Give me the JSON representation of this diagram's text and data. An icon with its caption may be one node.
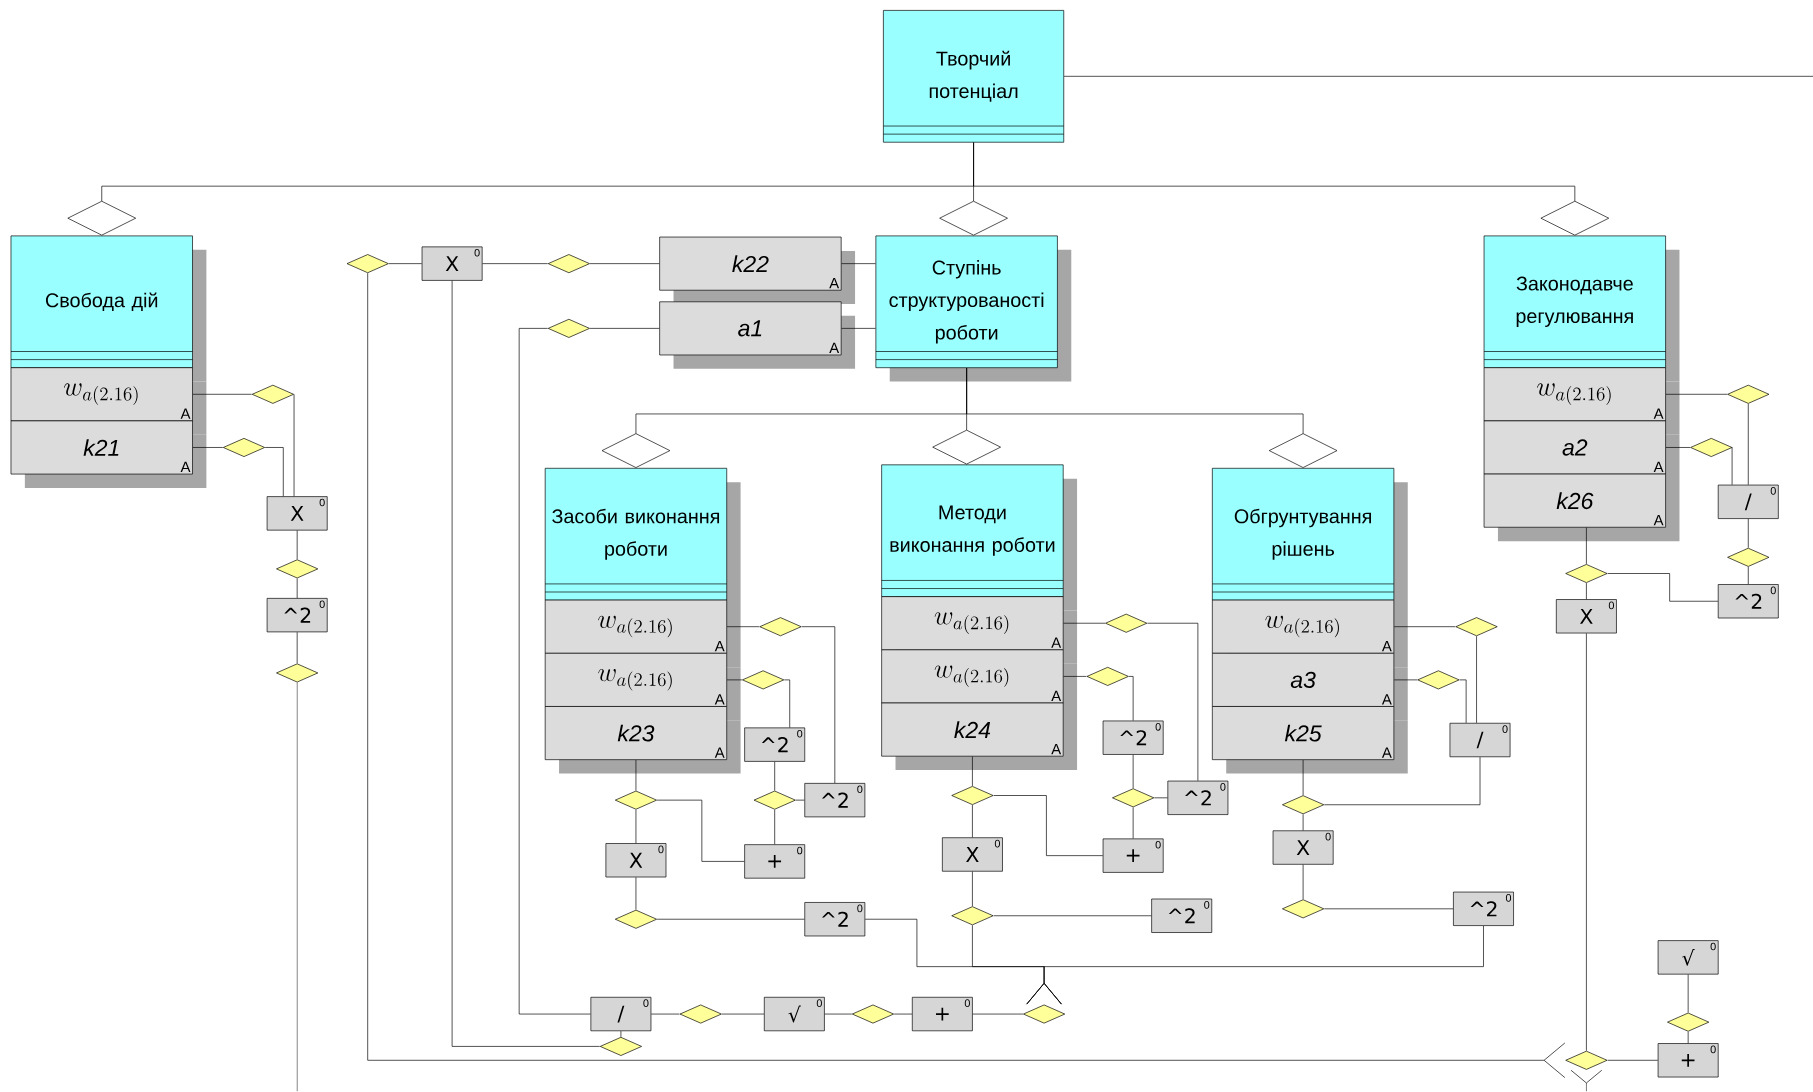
{
  "diagram": {
    "nodes": [
      {
        "text": [
          "Творчий потенціал"
        ]
      },
      {
        "text": [
          "Свобода дій"
        ]
      },
      {
        "text": [
          "w_{a(2.16)}",
          "A"
        ]
      },
      {
        "text": [
          "k21",
          "A"
        ]
      },
      {
        "text": [
          "Ступінь структурованості роботи"
        ]
      },
      {
        "text": [
          "k22",
          "A"
        ]
      },
      {
        "text": [
          "a1",
          "A"
        ]
      },
      {
        "text": [
          "Засоби виконання роботи"
        ]
      },
      {
        "text": [
          "w_{a(2.16)}",
          "A"
        ]
      },
      {
        "text": [
          "w_{a(2.16)}",
          "A"
        ]
      },
      {
        "text": [
          "k23",
          "A"
        ]
      },
      {
        "text": [
          "Методи виконання роботи"
        ]
      },
      {
        "text": [
          "w_{a(2.16)}",
          "A"
        ]
      },
      {
        "text": [
          "w_{a(2.16)}",
          "A"
        ]
      },
      {
        "text": [
          "k24",
          "A"
        ]
      },
      {
        "text": [
          "Обгрунтування рішень"
        ]
      },
      {
        "text": [
          "w_{a(2.16)}",
          "A"
        ]
      },
      {
        "text": [
          "a3",
          "A"
        ]
      },
      {
        "text": [
          "k25",
          "A"
        ]
      },
      {
        "text": [
          "Законодавче регулювання"
        ]
      },
      {
        "text": [
          "w_{a(2.16)}",
          "A"
        ]
      },
      {
        "text": [
          "a2",
          "A"
        ]
      },
      {
        "text": [
          "k26",
          "A"
        ]
      },
      {
        "text": [],
        "shape": "diamond"
      },
      {
        "text": [
          "X",
          "0"
        ]
      },
      {
        "text": [],
        "shape": "diamond"
      },
      {
        "text": [],
        "shape": "diamond"
      },
      {
        "text": [],
        "shape": "diamond"
      },
      {
        "text": [],
        "shape": "diamond"
      },
      {
        "text": [],
        "shape": "diamond"
      },
      {
        "text": [],
        "shape": "diamond"
      },
      {
        "text": [
          "X",
          "0"
        ]
      },
      {
        "text": [
          "/",
          "0"
        ]
      },
      {
        "text": [],
        "shape": "diamond"
      },
      {
        "text": [],
        "shape": "diamond"
      },
      {
        "text": [],
        "shape": "diamond"
      },
      {
        "text": [
          "^2",
          "0"
        ]
      },
      {
        "text": [
          "^2",
          "0"
        ]
      },
      {
        "text": [
          "X",
          "0"
        ]
      },
      {
        "text": [],
        "shape": "diamond"
      },
      {
        "text": [],
        "shape": "diamond"
      },
      {
        "text": [],
        "shape": "diamond"
      },
      {
        "text": [],
        "shape": "diamond"
      },
      {
        "text": [],
        "shape": "diamond"
      },
      {
        "text": [],
        "shape": "diamond"
      },
      {
        "text": [],
        "shape": "diamond"
      },
      {
        "text": [
          "^2",
          "0"
        ]
      },
      {
        "text": [
          "^2",
          "0"
        ]
      },
      {
        "text": [
          "/",
          "0"
        ]
      },
      {
        "text": [],
        "shape": "diamond"
      },
      {
        "text": [],
        "shape": "diamond"
      },
      {
        "text": [
          "^2",
          "0"
        ]
      },
      {
        "text": [],
        "shape": "diamond"
      },
      {
        "text": [],
        "shape": "diamond"
      },
      {
        "text": [
          "^2",
          "0"
        ]
      },
      {
        "text": [],
        "shape": "diamond"
      },
      {
        "text": [
          "X",
          "0"
        ]
      },
      {
        "text": [
          "+",
          "0"
        ]
      },
      {
        "text": [
          "X",
          "0"
        ]
      },
      {
        "text": [
          "+",
          "0"
        ]
      },
      {
        "text": [
          "X",
          "0"
        ]
      },
      {
        "text": [],
        "shape": "diamond"
      },
      {
        "text": [
          "^2",
          "0"
        ]
      },
      {
        "text": [],
        "shape": "diamond"
      },
      {
        "text": [
          "^2",
          "0"
        ]
      },
      {
        "text": [],
        "shape": "diamond"
      },
      {
        "text": [
          "^2",
          "0"
        ]
      },
      {
        "text": [
          "√",
          "0"
        ]
      },
      {
        "text": [
          "/",
          "0"
        ]
      },
      {
        "text": [],
        "shape": "diamond"
      },
      {
        "text": [
          "√",
          "0"
        ]
      },
      {
        "text": [],
        "shape": "diamond"
      },
      {
        "text": [
          "+",
          "0"
        ]
      },
      {
        "text": [],
        "shape": "diamond"
      },
      {
        "text": [],
        "shape": "diamond"
      },
      {
        "text": [],
        "shape": "diamond"
      },
      {
        "text": [
          "+",
          "0"
        ]
      },
      {
        "text": [],
        "shape": "diamond"
      }
    ],
    "edges": [
      {
        "from": 0,
        "to": 1,
        "arrow": "other"
      },
      {
        "from": 0,
        "to": 4,
        "arrow": "other"
      },
      {
        "from": 0,
        "to": 19,
        "arrow": "other"
      },
      {
        "from": 0,
        "to": null,
        "arrow": "none"
      },
      {
        "from": 4,
        "to": 7,
        "arrow": "other"
      },
      {
        "from": 4,
        "to": 11,
        "arrow": "other"
      },
      {
        "from": 4,
        "to": 15,
        "arrow": "other"
      },
      {
        "from": 5,
        "to": 4,
        "arrow": "none"
      },
      {
        "from": 6,
        "to": 4,
        "arrow": "none"
      },
      {
        "from": 2,
        "to": 27,
        "arrow": "none"
      },
      {
        "from": 3,
        "to": 28,
        "arrow": "none"
      },
      {
        "from": 27,
        "to": 31,
        "arrow": "none"
      },
      {
        "from": 28,
        "to": 31,
        "arrow": "none"
      },
      {
        "from": 31,
        "to": 34,
        "arrow": "none"
      },
      {
        "from": 34,
        "to": 37,
        "arrow": "none"
      },
      {
        "from": 37,
        "to": 42,
        "arrow": "none"
      },
      {
        "from": 42,
        "to": null,
        "arrow": "none"
      },
      {
        "from": 5,
        "to": 25,
        "arrow": "none"
      },
      {
        "from": 25,
        "to": 24,
        "arrow": "none"
      },
      {
        "from": 24,
        "to": 23,
        "arrow": "none"
      },
      {
        "from": 23,
        "to": 77,
        "arrow": "other"
      },
      {
        "from": 24,
        "to": 75,
        "arrow": "none"
      },
      {
        "from": 6,
        "to": 26,
        "arrow": "none"
      },
      {
        "from": 26,
        "to": 68,
        "arrow": "none"
      },
      {
        "from": 75,
        "to": 68,
        "arrow": "none"
      },
      {
        "from": 68,
        "to": 69,
        "arrow": "none"
      },
      {
        "from": 69,
        "to": 70,
        "arrow": "none"
      },
      {
        "from": 70,
        "to": 71,
        "arrow": "none"
      },
      {
        "from": 71,
        "to": 72,
        "arrow": "none"
      },
      {
        "from": 72,
        "to": 73,
        "arrow": "none"
      },
      {
        "from": 8,
        "to": 39,
        "arrow": "none"
      },
      {
        "from": 39,
        "to": 51,
        "arrow": "none"
      },
      {
        "from": 9,
        "to": 43,
        "arrow": "none"
      },
      {
        "from": 43,
        "to": 46,
        "arrow": "none"
      },
      {
        "from": 46,
        "to": 50,
        "arrow": "none"
      },
      {
        "from": 50,
        "to": 51,
        "arrow": "none"
      },
      {
        "from": 50,
        "to": 57,
        "arrow": "none"
      },
      {
        "from": 10,
        "to": 49,
        "arrow": "none"
      },
      {
        "from": 49,
        "to": 56,
        "arrow": "none"
      },
      {
        "from": 49,
        "to": 57,
        "arrow": "none"
      },
      {
        "from": 56,
        "to": 61,
        "arrow": "none"
      },
      {
        "from": 61,
        "to": 62,
        "arrow": "none"
      },
      {
        "from": 62,
        "to": 73,
        "arrow": "other"
      },
      {
        "from": 12,
        "to": 40,
        "arrow": "none"
      },
      {
        "from": 40,
        "to": 54,
        "arrow": "none"
      },
      {
        "from": 13,
        "to": 44,
        "arrow": "none"
      },
      {
        "from": 44,
        "to": 47,
        "arrow": "none"
      },
      {
        "from": 47,
        "to": 53,
        "arrow": "none"
      },
      {
        "from": 53,
        "to": 54,
        "arrow": "none"
      },
      {
        "from": 53,
        "to": 59,
        "arrow": "none"
      },
      {
        "from": 14,
        "to": 52,
        "arrow": "none"
      },
      {
        "from": 52,
        "to": 58,
        "arrow": "none"
      },
      {
        "from": 52,
        "to": 59,
        "arrow": "none"
      },
      {
        "from": 58,
        "to": 63,
        "arrow": "none"
      },
      {
        "from": 63,
        "to": 64,
        "arrow": "none"
      },
      {
        "from": 63,
        "to": 73,
        "arrow": "other"
      },
      {
        "from": 16,
        "to": 41,
        "arrow": "none"
      },
      {
        "from": 41,
        "to": 48,
        "arrow": "none"
      },
      {
        "from": 17,
        "to": 45,
        "arrow": "none"
      },
      {
        "from": 45,
        "to": 48,
        "arrow": "none"
      },
      {
        "from": 18,
        "to": 55,
        "arrow": "none"
      },
      {
        "from": 48,
        "to": 55,
        "arrow": "none"
      },
      {
        "from": 55,
        "to": 60,
        "arrow": "none"
      },
      {
        "from": 60,
        "to": 65,
        "arrow": "none"
      },
      {
        "from": 65,
        "to": 66,
        "arrow": "none"
      },
      {
        "from": 66,
        "to": 73,
        "arrow": "other"
      },
      {
        "from": 20,
        "to": 29,
        "arrow": "none"
      },
      {
        "from": 29,
        "to": 32,
        "arrow": "none"
      },
      {
        "from": 21,
        "to": 30,
        "arrow": "none"
      },
      {
        "from": 30,
        "to": 32,
        "arrow": "none"
      },
      {
        "from": 32,
        "to": 33,
        "arrow": "none"
      },
      {
        "from": 33,
        "to": 36,
        "arrow": "none"
      },
      {
        "from": 22,
        "to": 35,
        "arrow": "none"
      },
      {
        "from": 36,
        "to": 35,
        "arrow": "none"
      },
      {
        "from": 35,
        "to": 38,
        "arrow": "none"
      },
      {
        "from": 38,
        "to": 77,
        "arrow": "none"
      },
      {
        "from": 77,
        "to": null,
        "arrow": "other"
      },
      {
        "from": 77,
        "to": 76,
        "arrow": "none"
      },
      {
        "from": 76,
        "to": 74,
        "arrow": "none"
      },
      {
        "from": 74,
        "to": 67,
        "arrow": "none"
      }
    ]
  }
}
